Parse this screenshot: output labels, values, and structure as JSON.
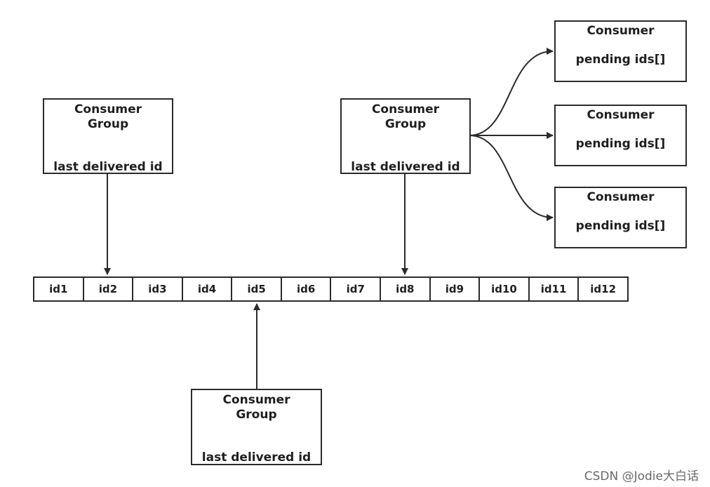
{
  "consumer_groups": [
    {
      "title": "Consumer\nGroup",
      "field": "last delivered id"
    },
    {
      "title": "Consumer\nGroup",
      "field": "last delivered id"
    },
    {
      "title": "Consumer\nGroup",
      "field": "last delivered id"
    }
  ],
  "consumers": [
    {
      "title": "Consumer",
      "field": "pending ids[]"
    },
    {
      "title": "Consumer",
      "field": "pending ids[]"
    },
    {
      "title": "Consumer",
      "field": "pending ids[]"
    }
  ],
  "stream_ids": [
    "id1",
    "id2",
    "id3",
    "id4",
    "id5",
    "id6",
    "id7",
    "id8",
    "id9",
    "id10",
    "id11",
    "id12"
  ],
  "watermark": "CSDN @Jodie大白话",
  "colors": {
    "stroke": "#2b2b2b",
    "background": "#ffffff",
    "watermark": "#6a6a6a"
  }
}
